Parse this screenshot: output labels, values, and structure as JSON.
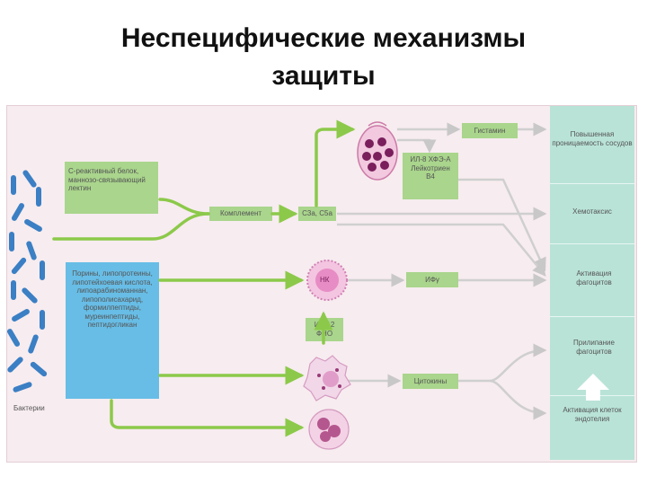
{
  "slide": {
    "title_line1": "Неспецифические механизмы",
    "title_line2": "защиты"
  },
  "diagram": {
    "bacteria_label": "Бактерии",
    "crp_box": "С-реактивный белок, маннозо-связывающий лектин",
    "pamp_box": "Порины, липопротеины, липотейхоевая кислота, липоарабиноманнан, липополисахарид, формилпептиды, муреинпептиды, пептидогликан",
    "complement_box": "Комплемент",
    "c3a_box": "C3a, C5a",
    "histamine_box": "Гистамин",
    "il8_box": "ИЛ-8 ХФЭ-А Лейкотриен B4",
    "ifn_box": "ИФγ",
    "il12_box": "ИЛ-12 ФНО",
    "cytokines_box": "Цитокины",
    "nk_label": "НК",
    "outcomes": [
      "Повышенная проницаемость сосудов",
      "Хемотаксис",
      "Активация фагоцитов",
      "Прилипание фагоцитов",
      "Активация клеток эндотелия"
    ],
    "colors": {
      "green_arrow": "#8cc94a",
      "gray_arrow": "#cfcfcf",
      "bacteria": "#3b7fc4",
      "outcome_panel": "#b9e3d7",
      "cell_pink": "#d98fc0"
    }
  }
}
